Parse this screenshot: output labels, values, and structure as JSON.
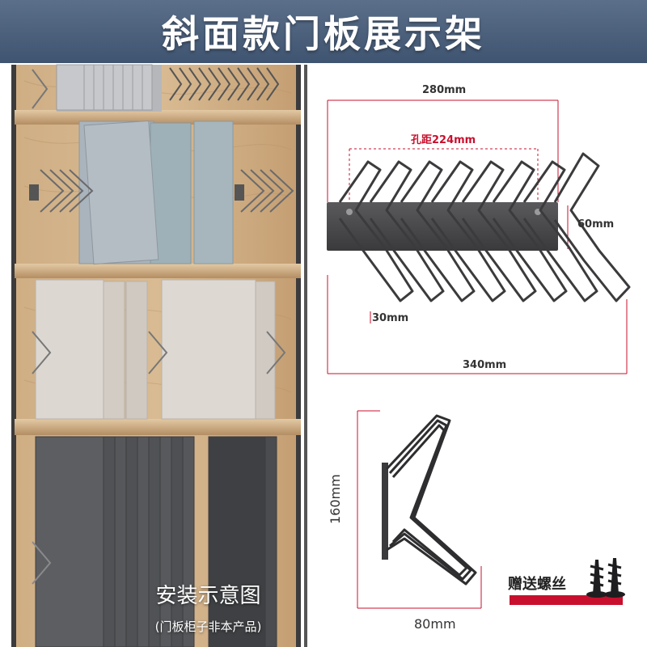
{
  "header": {
    "title": "斜面款门板展示架"
  },
  "illustration": {
    "caption_main": "安装示意图",
    "caption_sub": "(门板柜子非本产品)"
  },
  "dimensions": {
    "width_top": "280mm",
    "hole_spacing": "孔距224mm",
    "height_right": "60mm",
    "rod_gap": "30mm",
    "total_width": "340mm",
    "side_height": "160mm",
    "side_depth": "80mm"
  },
  "accessory": {
    "label": "赠送螺丝"
  },
  "colors": {
    "banner": "#4a5f7c",
    "dimension_red": "#c8102e",
    "wood": "#c9a47a",
    "metal": "#3c3c3e"
  }
}
